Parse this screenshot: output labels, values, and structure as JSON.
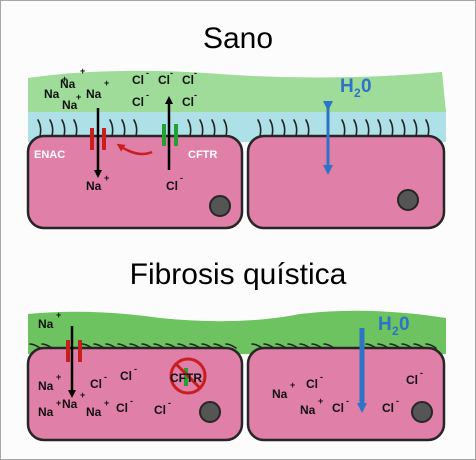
{
  "titles": {
    "healthy": "Sano",
    "cf": "Fibrosis quística"
  },
  "channels": {
    "enac": "ENAC",
    "cftr": "CFTR"
  },
  "ions": {
    "na": "Na",
    "cl": "Cl",
    "plus": "+",
    "minus": "-"
  },
  "water": {
    "base": "H",
    "sub": "2",
    "tail": "0"
  },
  "colors": {
    "mucus_healthy": "#9fdc9a",
    "mucus_cf": "#6cc35f",
    "periciliary": "#aee0e8",
    "cell_fill": "#e07fa8",
    "cell_stroke": "#262626",
    "arrow_blue": "#2e73c6",
    "enac_red": "#c81e1e",
    "cftr_green": "#22a033",
    "nucleus": "#555555"
  }
}
